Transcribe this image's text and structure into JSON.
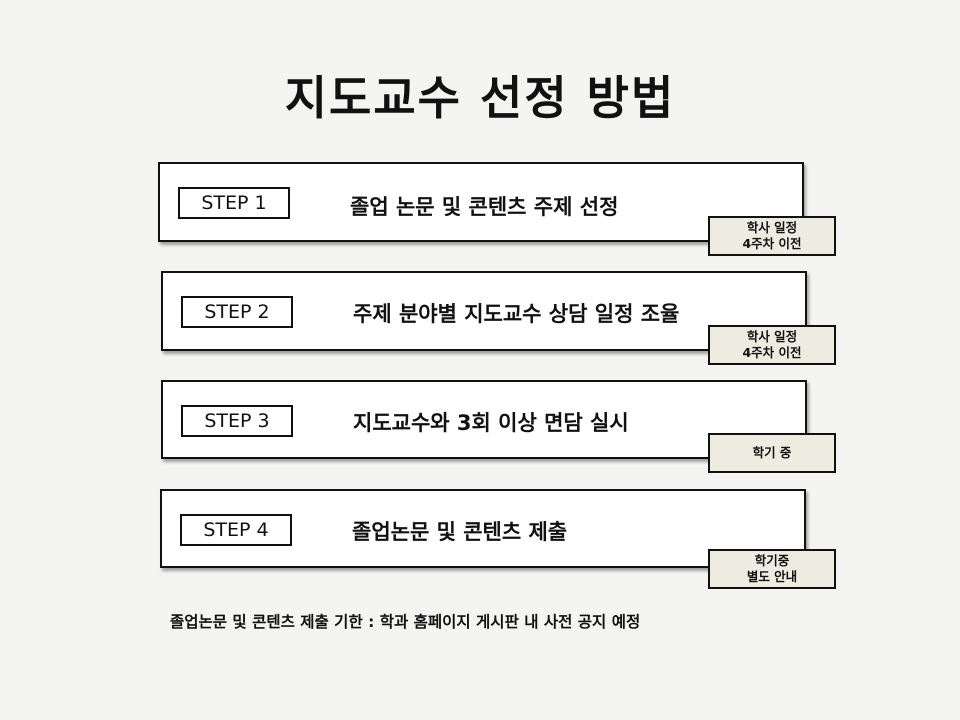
{
  "slide": {
    "title": "지도교수 선정 방법",
    "steps": [
      {
        "label": "STEP 1",
        "text": "졸업 논문 및 콘텐츠 주제 선정",
        "note": [
          "학사 일정",
          "4주차 이전"
        ]
      },
      {
        "label": "STEP 2",
        "text": "주제 분야별 지도교수 상담 일정 조율",
        "note": [
          "학사 일정",
          "4주차 이전"
        ]
      },
      {
        "label": "STEP 3",
        "text": "지도교수와 3회 이상 면담 실시",
        "note": [
          "학기 중"
        ]
      },
      {
        "label": "STEP 4",
        "text": "졸업논문 및 콘텐츠 제출",
        "note": [
          "학기중",
          "별도 안내"
        ]
      }
    ],
    "footer": "졸업논문 및 콘텐츠 제출 기한 : 학과 홈페이지 게시판 내 사전 공지 예정"
  },
  "colors": {
    "background": "#f4f4f2",
    "box": "#ffffff",
    "note_fill": "#eeece1",
    "text": "#111111"
  }
}
